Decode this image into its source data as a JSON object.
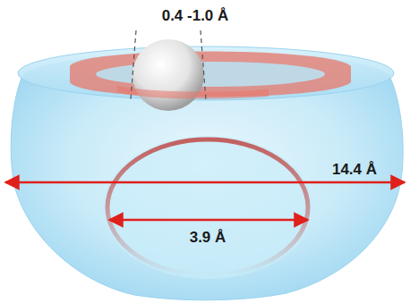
{
  "diagram": {
    "labels": [
      "0.4 -1.0 Å",
      "14.4 Å",
      "3.9 Å"
    ]
  }
}
